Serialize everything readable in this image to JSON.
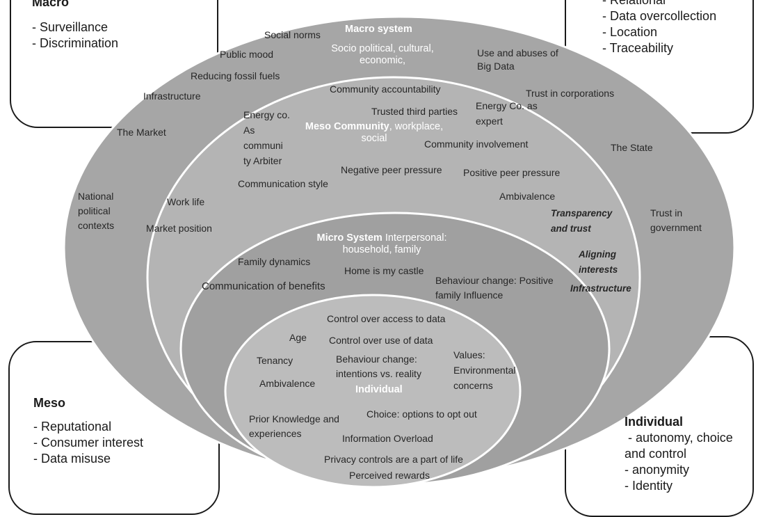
{
  "boxes": {
    "macro": {
      "heading": "Macro",
      "items": [
        "- Surveillance",
        "- Discrimination"
      ]
    },
    "topright": {
      "items": [
        "- Relational",
        "- Data overcollection",
        "- Location",
        "- Traceability"
      ]
    },
    "meso": {
      "heading": "Meso",
      "items": [
        "- Reputational",
        "- Consumer interest",
        "- Data misuse"
      ]
    },
    "individual": {
      "heading": "Individual",
      "items": [
        " - autonomy, choice",
        "and control",
        "- anonymity",
        "- Identity"
      ]
    }
  },
  "diagram": {
    "macro": {
      "title": "Macro system",
      "subtitle": "Socio political, cultural, economic,",
      "labels": {
        "social_norms": "Social norms",
        "public_mood": "Public mood",
        "reducing_fossil": "Reducing fossil fuels",
        "infrastructure": "Infrastructure",
        "the_market": "The Market",
        "national_political": "National political contexts",
        "use_abuse": "Use and abuses of Big Data",
        "trust_corporations": "Trust in corporations",
        "the_state": "The State",
        "trust_government": "Trust in government"
      }
    },
    "meso": {
      "title": "Meso Community",
      "title_rest": ", workplace, social",
      "labels": {
        "community_accountability": "Community accountability",
        "trusted_third": "Trusted third parties",
        "energy_co_expert": "Energy Co. as expert",
        "energy_co_arbiter": "Energy co. As communi ty Arbiter",
        "community_involvement": "Community involvement",
        "negative_peer": "Negative peer pressure",
        "positive_peer": "Positive peer pressure",
        "communication_style": "Communication style",
        "ambivalence": "Ambivalence",
        "work_life": "Work life",
        "market_position": "Market position",
        "transparency": "Transparency and trust",
        "aligning": "Aligning interests",
        "infrastructure": "Infrastructure"
      }
    },
    "micro": {
      "title": "Micro System",
      "title_rest": " Interpersonal: household, family",
      "labels": {
        "family_dynamics": "Family dynamics",
        "home_castle": "Home is my castle",
        "communication_benefits": "Communication of benefits",
        "behaviour_positive": "Behaviour change: Positive family Influence"
      }
    },
    "individual": {
      "title": "Individual",
      "labels": {
        "control_access": "Control over access to data",
        "age": "Age",
        "control_use": "Control over use of data",
        "tenancy": "Tenancy",
        "behaviour_intentions": "Behaviour change: intentions vs. reality",
        "values": "Values: Environmental concerns",
        "ambivalence": "Ambivalence",
        "prior_knowledge": "Prior Knowledge and experiences",
        "choice_opt_out": "Choice: options to opt out",
        "information_overload": "Information Overload",
        "privacy_controls": "Privacy controls are a part of life",
        "perceived_rewards": "Perceived rewards"
      }
    }
  },
  "colors": {
    "macro_fill": "#a6a6a6",
    "meso_fill": "#b4b4b4",
    "micro_fill": "#a0a0a0",
    "individual_fill": "#bcbcbc",
    "ring_stroke": "#ffffff"
  }
}
